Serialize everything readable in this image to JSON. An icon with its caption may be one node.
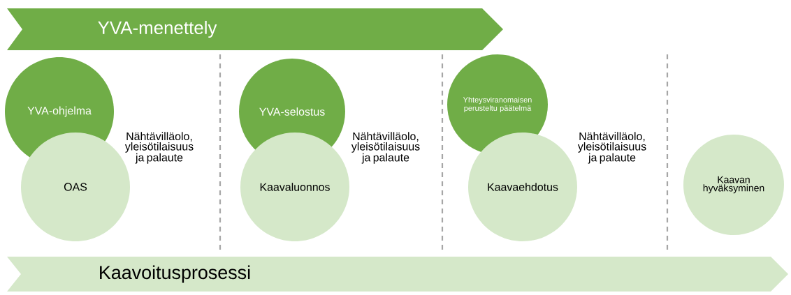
{
  "diagram": {
    "nodes": [
      {
        "text": [
          "YVA-menettely"
        ]
      },
      {
        "text": [
          "YVA-ohjelma"
        ]
      },
      {
        "text": [
          "OAS"
        ]
      },
      {
        "text": [
          "YVA-selostus"
        ]
      },
      {
        "text": [
          "Kaavaluonnos"
        ]
      },
      {
        "text": [
          "Yhteysviranomaisen perusteltu päätelmä"
        ]
      },
      {
        "text": [
          "Kaavaehdotus"
        ]
      },
      {
        "text": [
          "Kaavan hyväksyminen"
        ]
      },
      {
        "text": [
          "Kaavoitusprosessi"
        ]
      }
    ],
    "labels": [
      "Nähtävilläolo, yleisötilaisuus ja palaute",
      "Nähtävilläolo, yleisötilaisuus ja palaute",
      "Nähtävilläolo, yleisötilaisuus ja palaute"
    ]
  }
}
